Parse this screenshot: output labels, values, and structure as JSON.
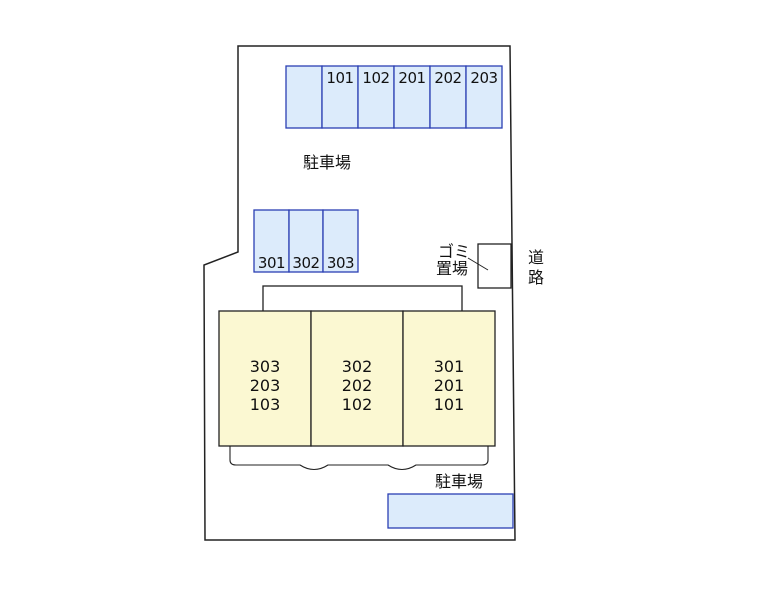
{
  "lot": {
    "parking_label_top": "駐車場",
    "parking_label_bottom": "駐車場",
    "garbage_label_line1": "ゴミ",
    "garbage_label_line2": "置場",
    "road_label_line1": "道",
    "road_label_line2": "路"
  },
  "parking_top_row": [
    "101",
    "102",
    "201",
    "202",
    "203"
  ],
  "parking_mid_row": [
    "301",
    "302",
    "303"
  ],
  "building_units": [
    {
      "lines": [
        "303",
        "203",
        "103"
      ]
    },
    {
      "lines": [
        "302",
        "202",
        "102"
      ]
    },
    {
      "lines": [
        "301",
        "201",
        "101"
      ]
    }
  ],
  "colors": {
    "parking_fill": "#dcebfb",
    "parking_stroke": "#2b3fb3",
    "building_fill": "#fbf8d2",
    "outline": "#222222"
  }
}
